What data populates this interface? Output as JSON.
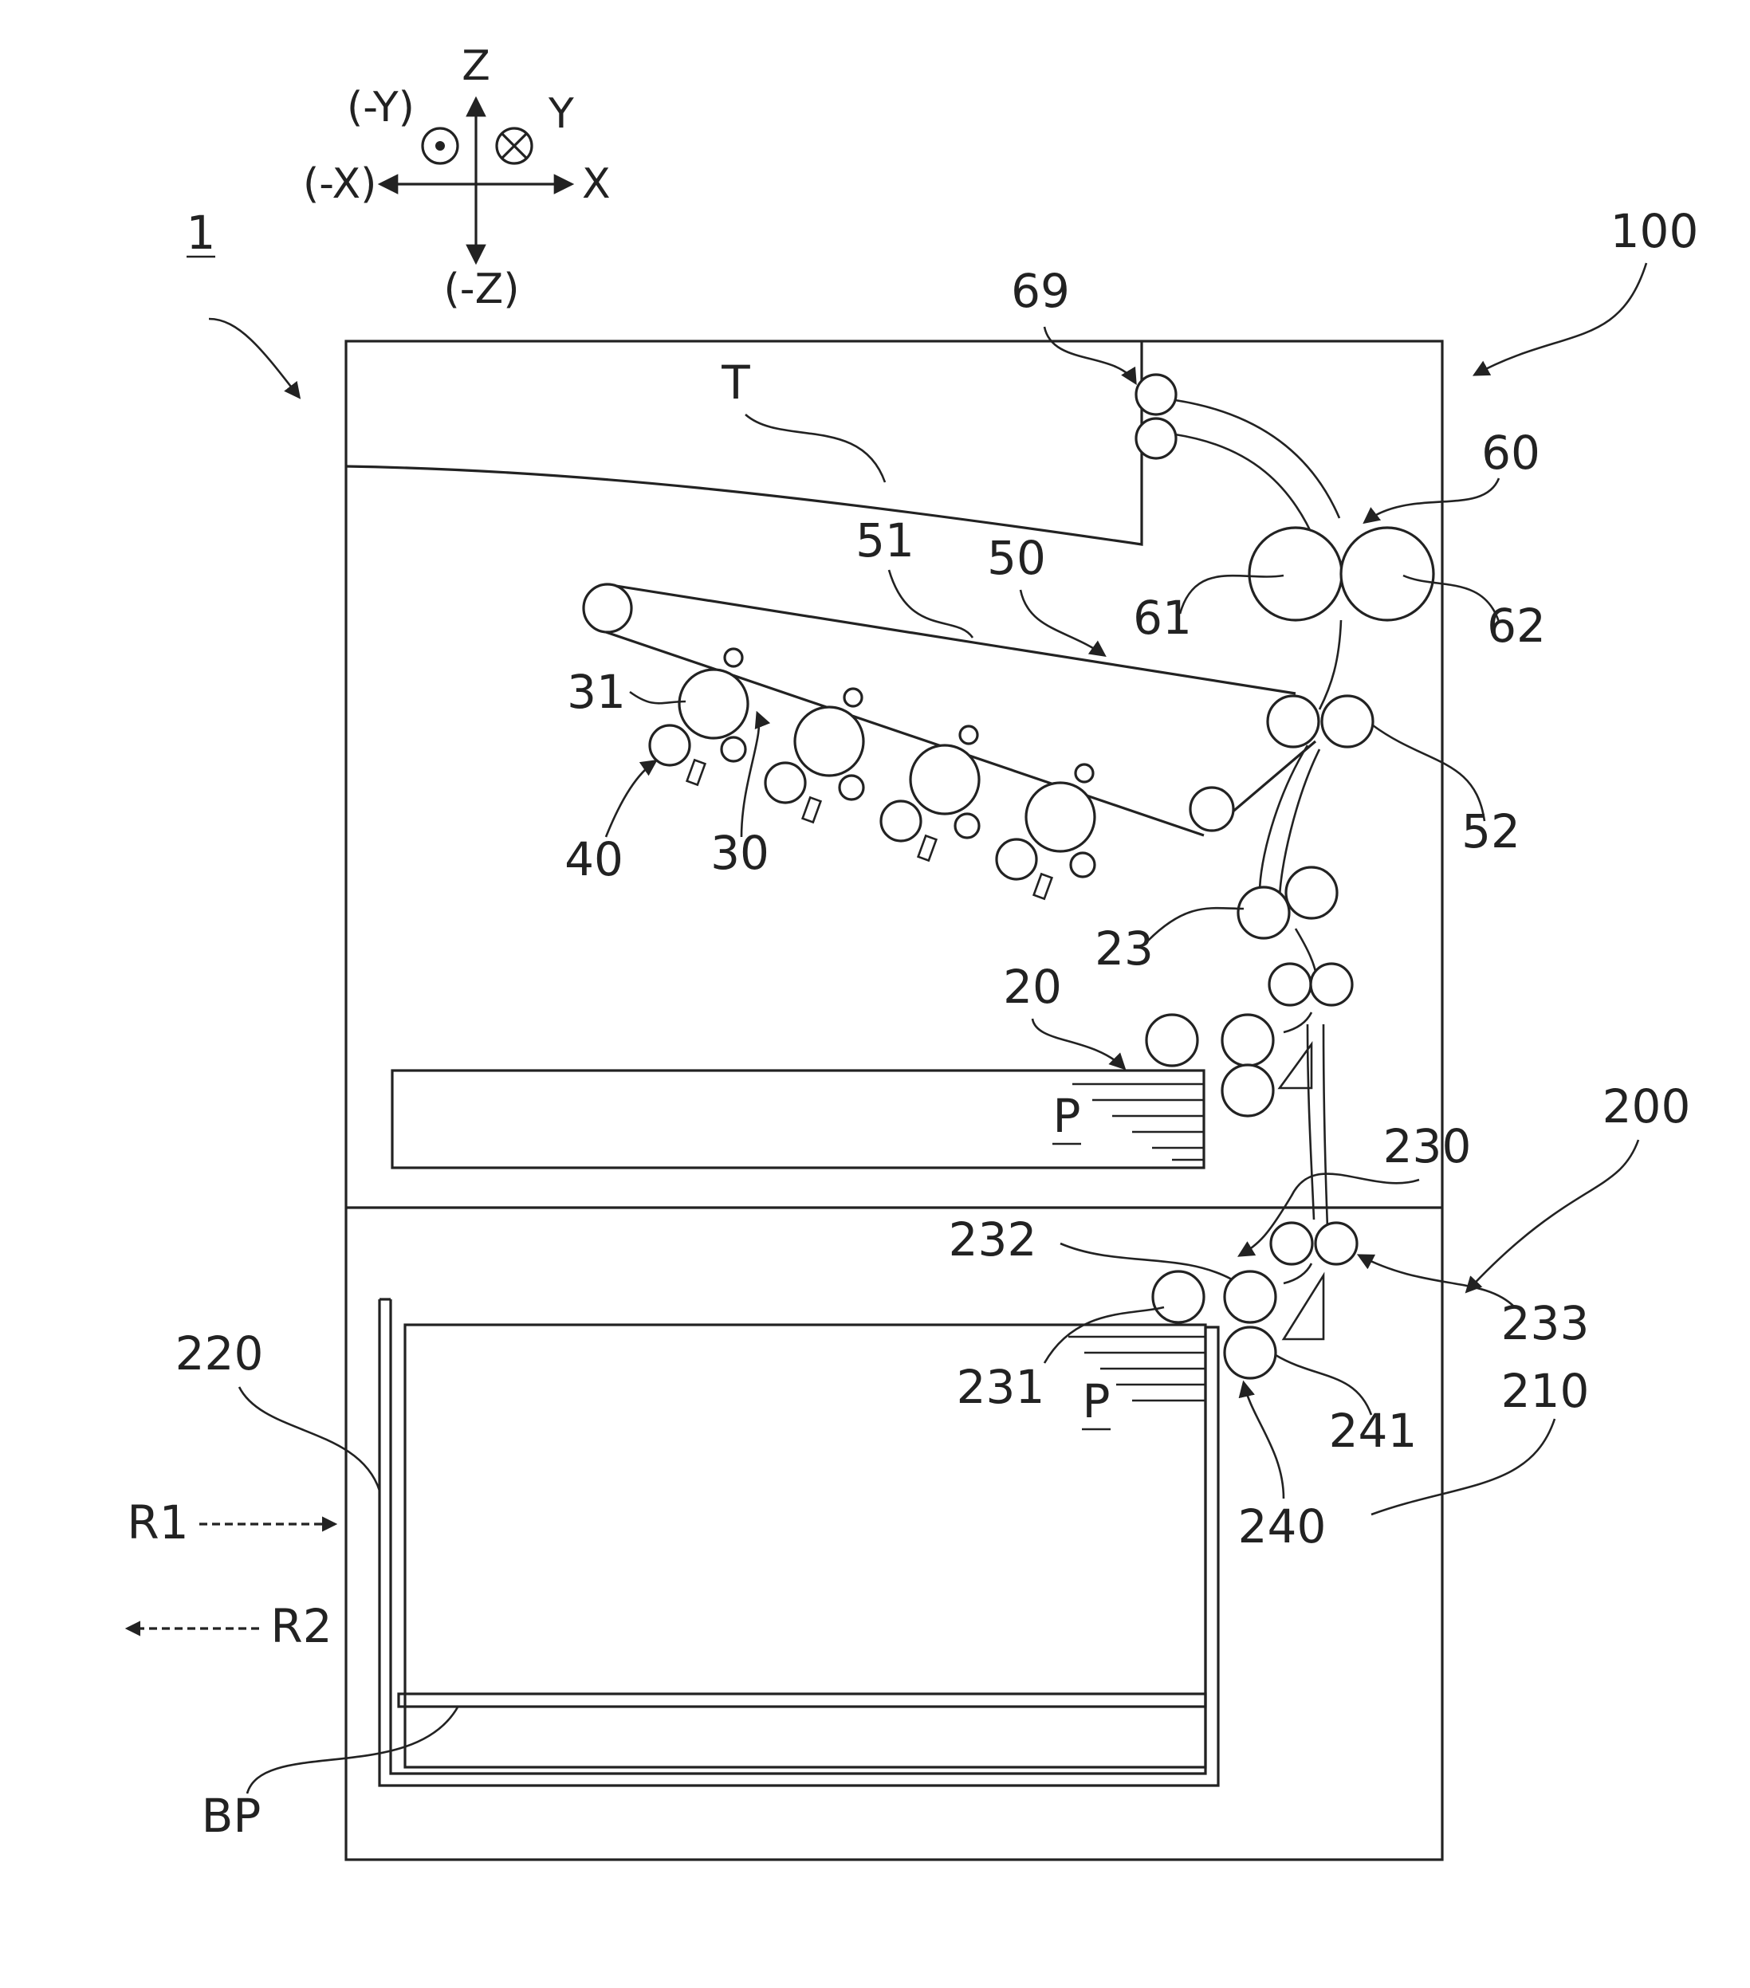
{
  "axes": {
    "z": "Z",
    "neg_z": "(-Z)",
    "x": "X",
    "neg_x": "(-X)",
    "y": "Y",
    "neg_y": "(-Y)"
  },
  "labels": {
    "apparatus": "1",
    "unit_100": "100",
    "unit_200": "200",
    "fixing_60": "60",
    "roller_61": "61",
    "roller_62": "62",
    "roller_69": "69",
    "tray_T": "T",
    "belt_51": "51",
    "unit_50": "50",
    "roller_52": "52",
    "drum_31": "31",
    "unit_30": "30",
    "unit_40": "40",
    "roller_23": "23",
    "feeder_20": "20",
    "paper_P_upper": "P",
    "paper_P_lower": "P",
    "unit_230": "230",
    "roller_232": "232",
    "roller_231": "231",
    "roller_233": "233",
    "roller_241": "241",
    "unit_240": "240",
    "tray_210": "210",
    "plate_220": "220",
    "plate_BP": "BP",
    "dir_R1": "R1",
    "dir_R2": "R2"
  }
}
